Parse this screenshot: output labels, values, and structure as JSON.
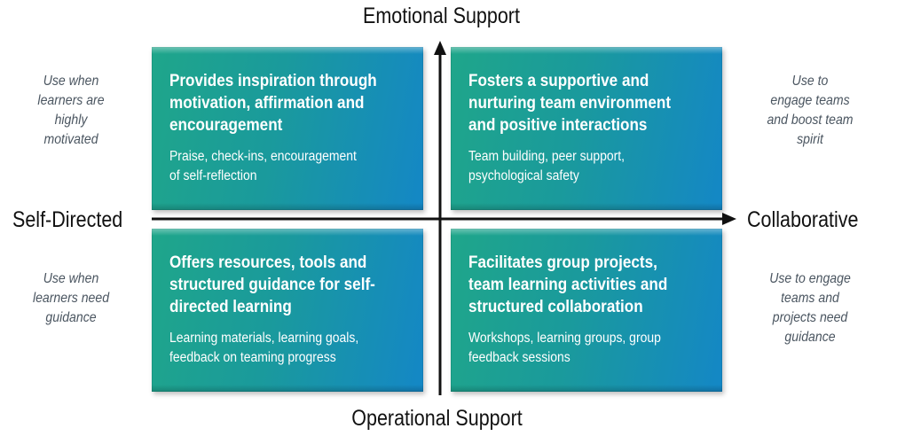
{
  "axes": {
    "top": "Emotional Support",
    "bottom": "Operational Support",
    "left": "Self-Directed",
    "right": "Collaborative"
  },
  "notes": {
    "top_left": [
      "Use when",
      "learners are",
      "highly",
      "motivated"
    ],
    "bottom_left": [
      "Use when",
      "learners need",
      "guidance"
    ],
    "top_right": [
      "Use to",
      "engage teams",
      "and boost team",
      "spirit"
    ],
    "bottom_right": [
      "Use to engage",
      "teams and",
      "projects need",
      "guidance"
    ]
  },
  "quadrants": {
    "top_left": {
      "title": [
        "Provides inspiration through",
        "motivation, affirmation and",
        "encouragement"
      ],
      "body": [
        "Praise, check-ins, encouragement",
        "of self-reflection"
      ]
    },
    "top_right": {
      "title": [
        "Fosters a supportive and",
        "nurturing team environment",
        "and positive interactions"
      ],
      "body": [
        "Team building, peer support,",
        "psychological safety"
      ]
    },
    "bottom_left": {
      "title": [
        "Offers resources, tools and",
        "structured guidance for self-",
        "directed learning"
      ],
      "body": [
        "Learning materials, learning goals,",
        "feedback on teaming progress"
      ]
    },
    "bottom_right": {
      "title": [
        "Facilitates group projects,",
        "team learning activities and",
        "structured collaboration"
      ],
      "body": [
        "Workshops, learning groups, group",
        "feedback sessions"
      ]
    }
  },
  "colors": {
    "box_green": "#1fa68a",
    "box_blue": "#1487c6",
    "axis": "#111111",
    "note_text": "#4a5560"
  }
}
